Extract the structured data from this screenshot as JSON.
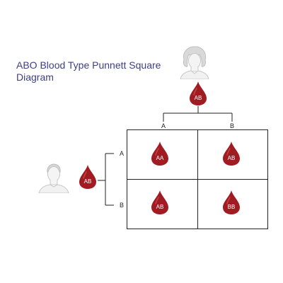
{
  "diagram": {
    "title": "ABO Blood Type Punnett Square Diagram"
  },
  "parents": {
    "top": {
      "genotype": "AB",
      "alleles": [
        "A",
        "B"
      ]
    },
    "left": {
      "genotype": "AB",
      "alleles": [
        "A",
        "B"
      ]
    }
  },
  "cells": [
    {
      "genotype": "AA"
    },
    {
      "genotype": "AB"
    },
    {
      "genotype": "AB"
    },
    {
      "genotype": "BB"
    }
  ],
  "colors": {
    "drop": "#a11c22",
    "drop_highlight": "#c8403f",
    "title": "#3c3f86"
  },
  "icons": {
    "top_parent": "female-portrait-icon",
    "left_parent": "male-portrait-icon",
    "drop": "blood-drop-icon"
  }
}
